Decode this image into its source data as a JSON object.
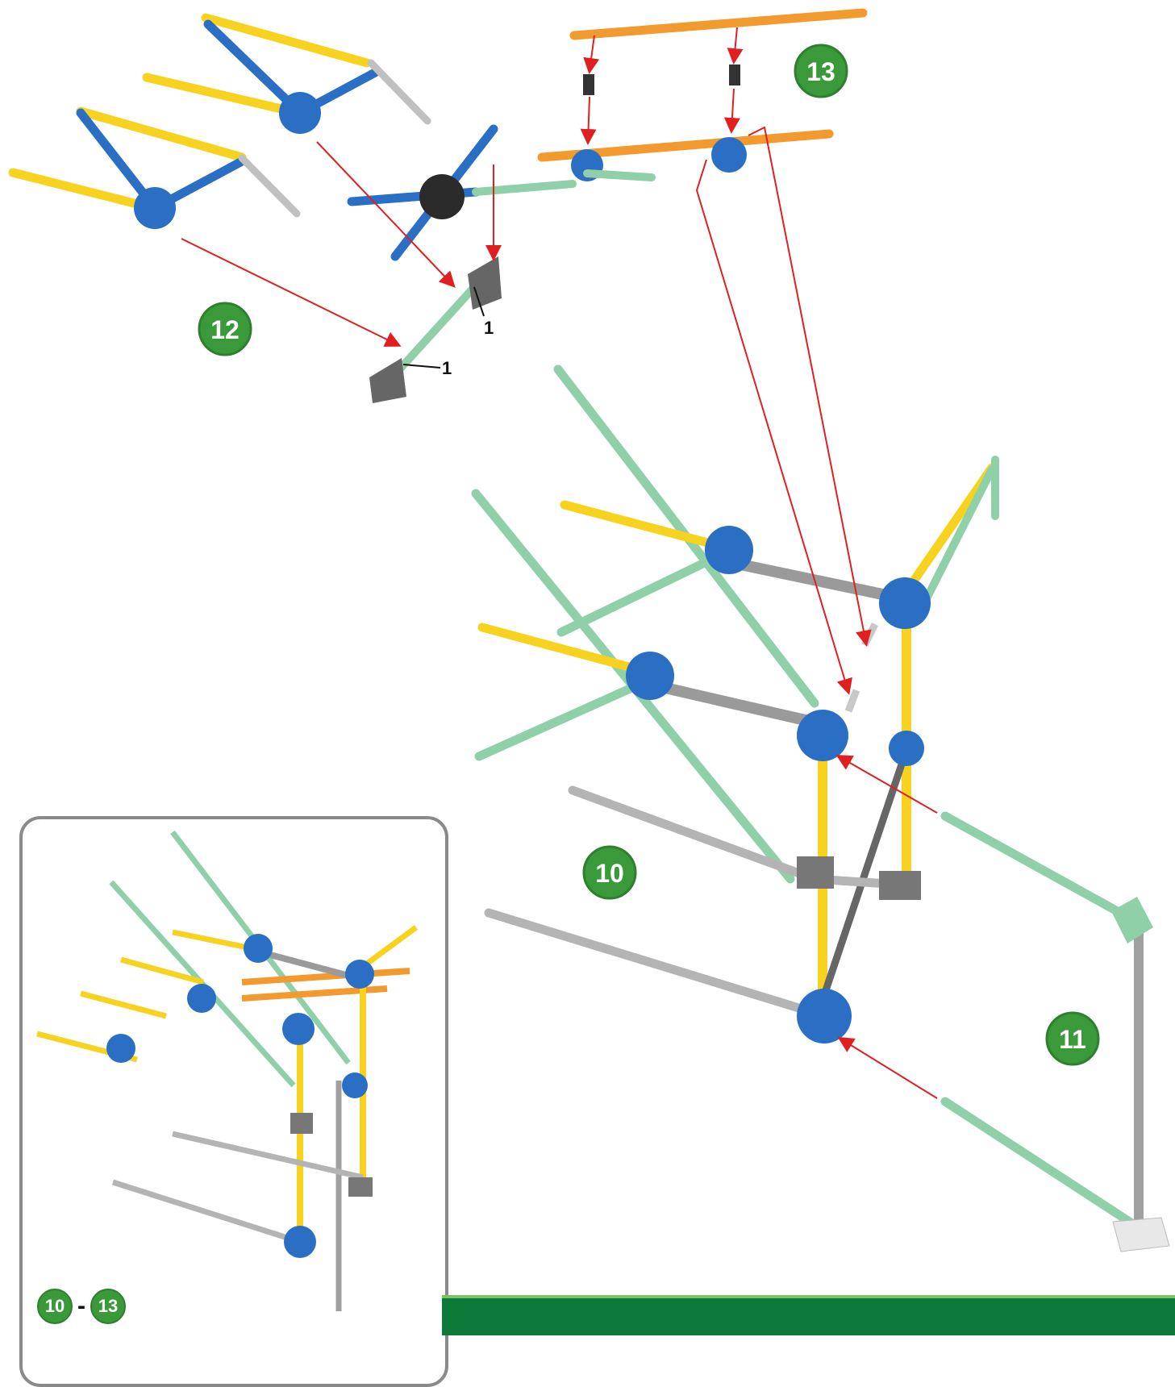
{
  "steps": [
    {
      "number": "10"
    },
    {
      "number": "11"
    },
    {
      "number": "12"
    },
    {
      "number": "13"
    }
  ],
  "callouts": [
    "1",
    "1"
  ],
  "inset": {
    "from": "10",
    "dash": "-",
    "to": "13"
  },
  "colors": {
    "green_rod": "#8fd0a8",
    "yellow_rod": "#f7d21f",
    "blue_connector": "#2a6fc4",
    "orange_rod": "#f39a2e",
    "gray_rod": "#b4b4b4",
    "arrow": "#e02020",
    "badge": "#3a9a3a",
    "footer": "#0e7a3a"
  }
}
